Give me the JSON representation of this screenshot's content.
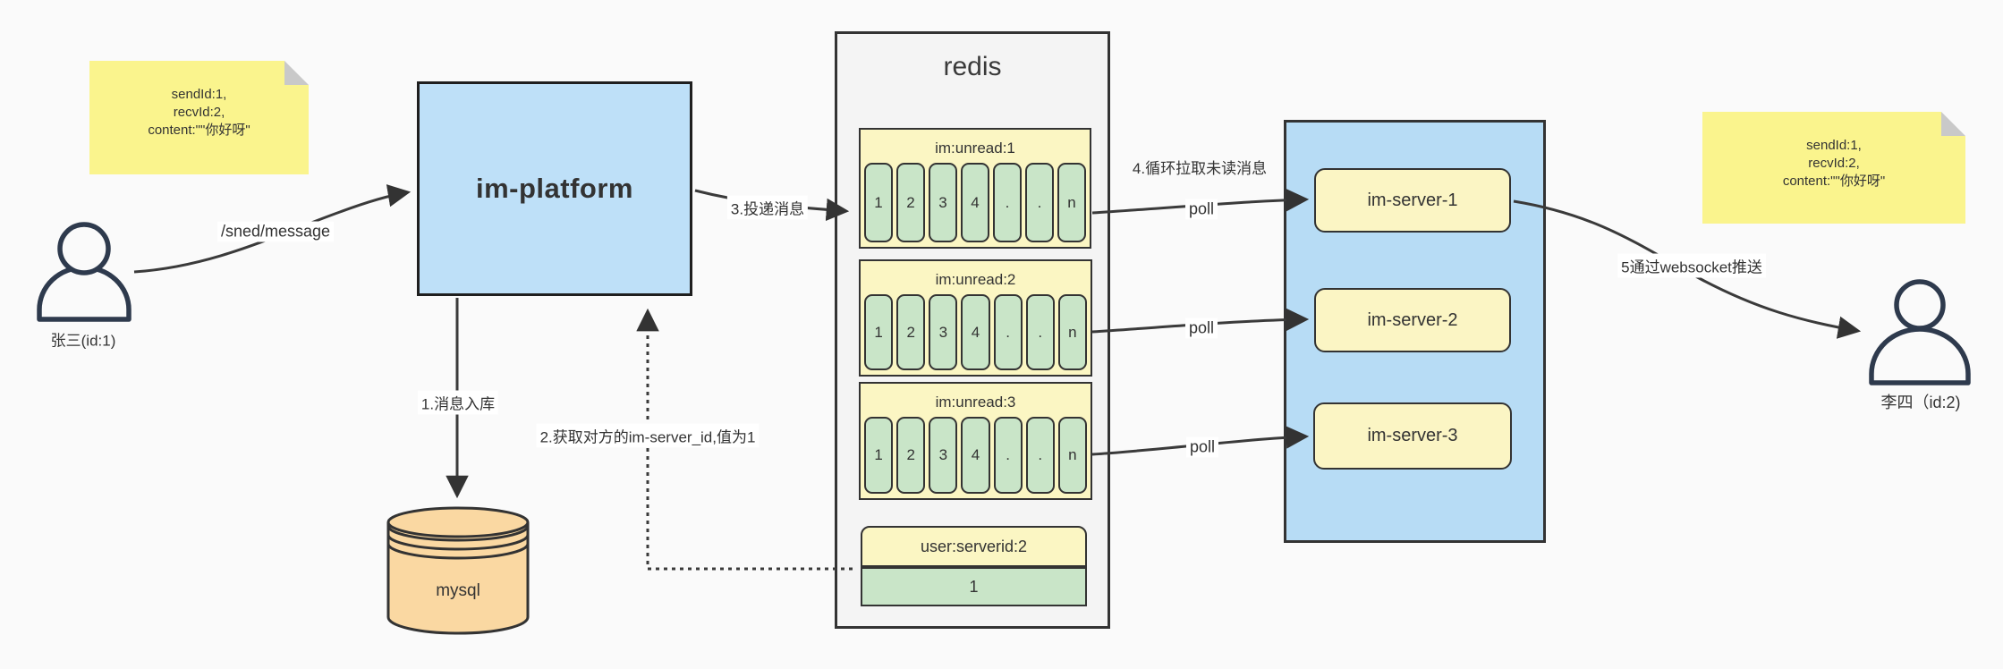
{
  "actors": {
    "sender": {
      "label": "张三(id:1)"
    },
    "receiver": {
      "label": "李四（id:2)"
    }
  },
  "notes": {
    "left": {
      "line1": "sendId:1,",
      "line2": "recvId:2,",
      "line3": "content:\"\"你好呀\""
    },
    "right": {
      "line1": "sendId:1,",
      "line2": "recvId:2,",
      "line3": "content:\"\"你好呀\""
    }
  },
  "platform": {
    "title": "im-platform"
  },
  "database": {
    "title": "mysql"
  },
  "redis": {
    "title": "redis",
    "queues": [
      {
        "header": "im:unread:1",
        "cells": [
          "1",
          "2",
          "3",
          "4",
          ".",
          ".",
          "n"
        ]
      },
      {
        "header": "im:unread:2",
        "cells": [
          "1",
          "2",
          "3",
          "4",
          ".",
          ".",
          "n"
        ]
      },
      {
        "header": "im:unread:3",
        "cells": [
          "1",
          "2",
          "3",
          "4",
          ".",
          ".",
          "n"
        ]
      }
    ],
    "mapping": {
      "header": "user:serverid:2",
      "value": "1"
    }
  },
  "servers": {
    "items": [
      {
        "label": "im-server-1"
      },
      {
        "label": "im-server-2"
      },
      {
        "label": "im-server-3"
      }
    ]
  },
  "flow_labels": {
    "send_api": "/sned/message",
    "step1": "1.消息入库",
    "step2": "2.获取对方的im-server_id,值为1",
    "step3": "3.投递消息",
    "step4": "4.循环拉取未读消息",
    "step5": "5通过websocket推送",
    "poll1": "poll",
    "poll2": "poll",
    "poll3": "poll"
  },
  "colors": {
    "canvas_bg": "#fafafa",
    "note_yellow": "#faf48d",
    "platform_blue": "#bee0f8",
    "server_panel_blue": "#b7dcf5",
    "server_box_yellow": "#fbf5c4",
    "queue_header_yellow": "#fbf6c3",
    "cell_green": "#c9e5c8",
    "mysql_tan": "#fad8a2",
    "redis_panel_gray": "#f4f4f4",
    "line_dark": "#3a3a3a",
    "person_navy": "#2e3a4d"
  }
}
